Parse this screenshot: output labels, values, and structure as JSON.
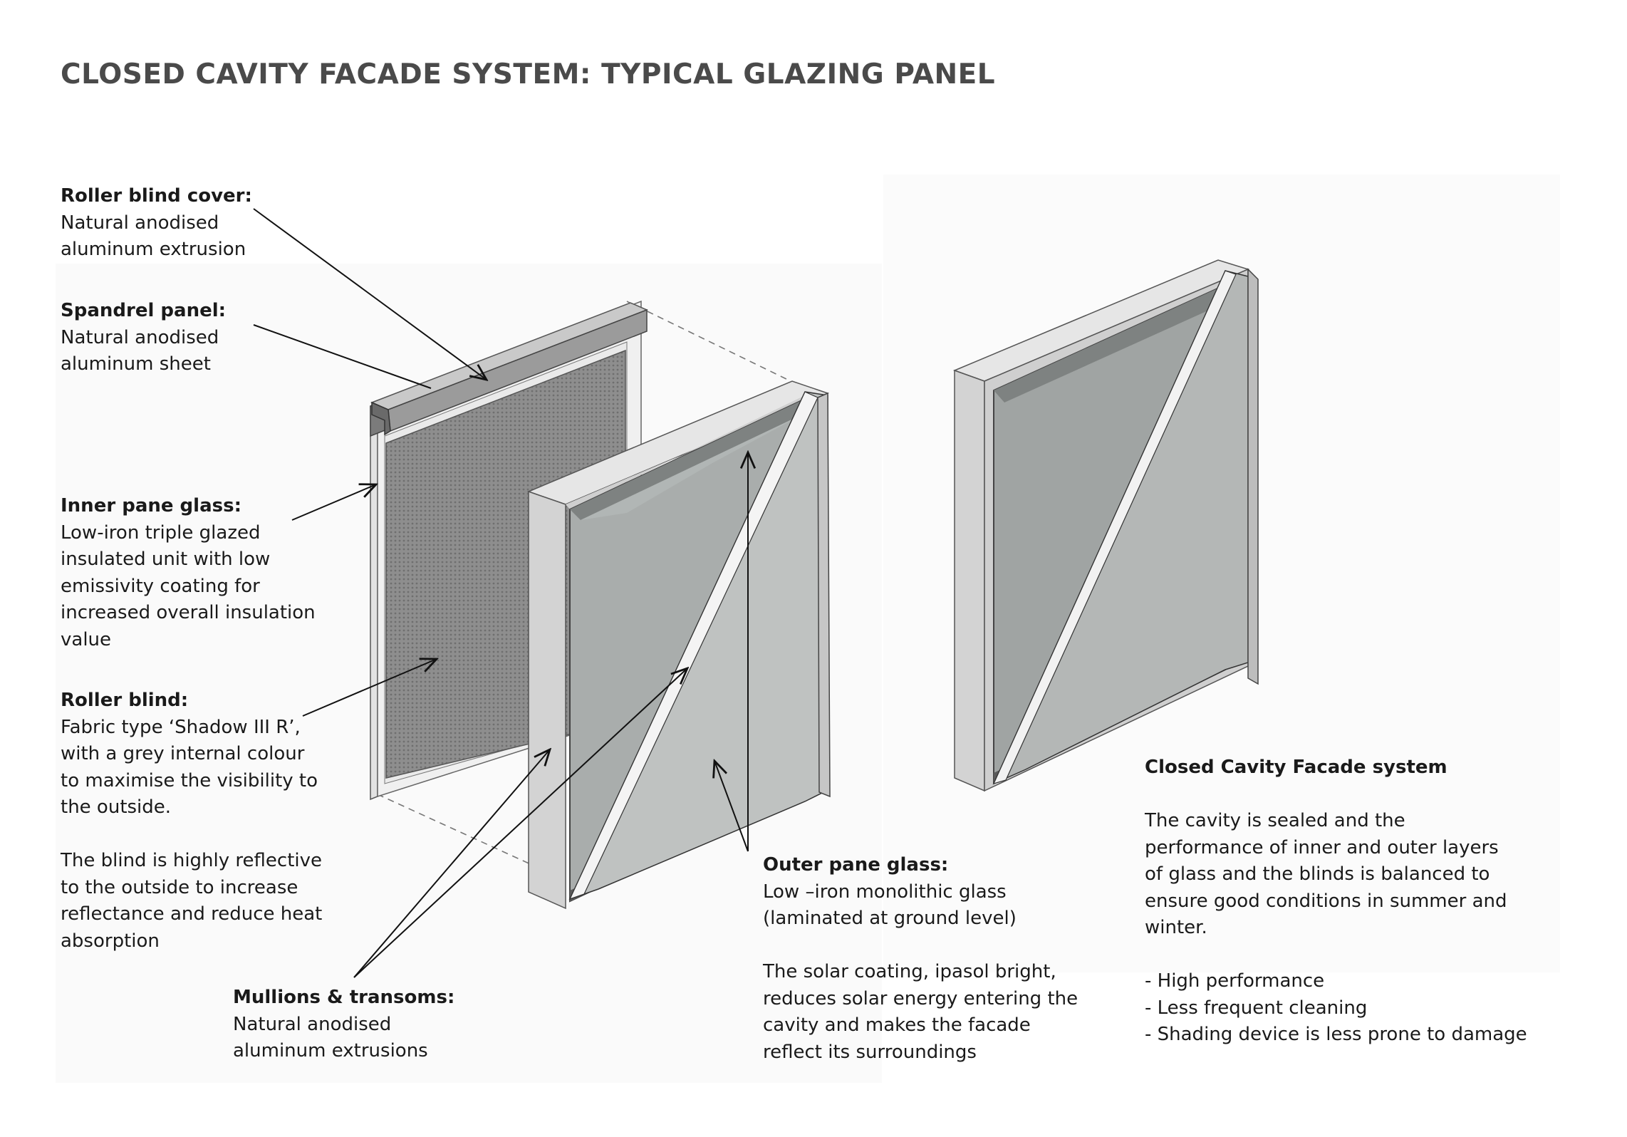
{
  "title": "CLOSED CAVITY FACADE SYSTEM: TYPICAL GLAZING PANEL",
  "callouts": {
    "roller_blind_cover": {
      "heading": "Roller blind cover:",
      "lines": [
        "Natural anodised",
        "aluminum  extrusion"
      ]
    },
    "spandrel_panel": {
      "heading": "Spandrel panel:",
      "lines": [
        "Natural anodised",
        "aluminum  sheet"
      ]
    },
    "inner_pane_glass": {
      "heading": "Inner pane glass:",
      "lines": [
        "Low-iron triple glazed",
        "insulated unit with  low",
        "emissivity coating for",
        "increased overall insulation",
        "value"
      ]
    },
    "roller_blind": {
      "heading": "Roller blind:",
      "lines": [
        "Fabric type ‘Shadow III R’,",
        "with a grey internal  colour",
        "to maximise the visibility to",
        "the outside."
      ],
      "extra_lines": [
        "The blind is highly reflective",
        "to the outside to increase",
        "reflectance and reduce heat",
        "absorption"
      ]
    },
    "mullions_transoms": {
      "heading": "Mullions & transoms:",
      "lines": [
        "Natural anodised",
        "aluminum  extrusions"
      ]
    },
    "outer_pane_glass": {
      "heading": "Outer pane glass:",
      "lines": [
        "Low –iron monolithic glass",
        "(laminated at ground level)"
      ],
      "extra_lines": [
        "The solar coating, ipasol bright,",
        "reduces solar energy entering the",
        "cavity and makes the facade",
        "reflect its surroundings"
      ]
    },
    "ccf_system": {
      "heading": "Closed Cavity Facade system",
      "lines": [
        "The cavity is sealed and the",
        "performance of inner and outer layers",
        "of glass and the blinds is balanced to",
        "ensure good conditions in summer and",
        "winter."
      ],
      "extra_lines": [
        "- High performance",
        "- Less frequent cleaning",
        "- Shading device is less prone to damage"
      ]
    }
  },
  "colors": {
    "title": "#4a4a4a",
    "text": "#1a1a1a",
    "frame_light": "#d6d6d6",
    "frame_dark": "#8a8a8a",
    "glass": "#a9adac",
    "glass_dark": "#7e8281",
    "blind": "#8c8c8c"
  }
}
